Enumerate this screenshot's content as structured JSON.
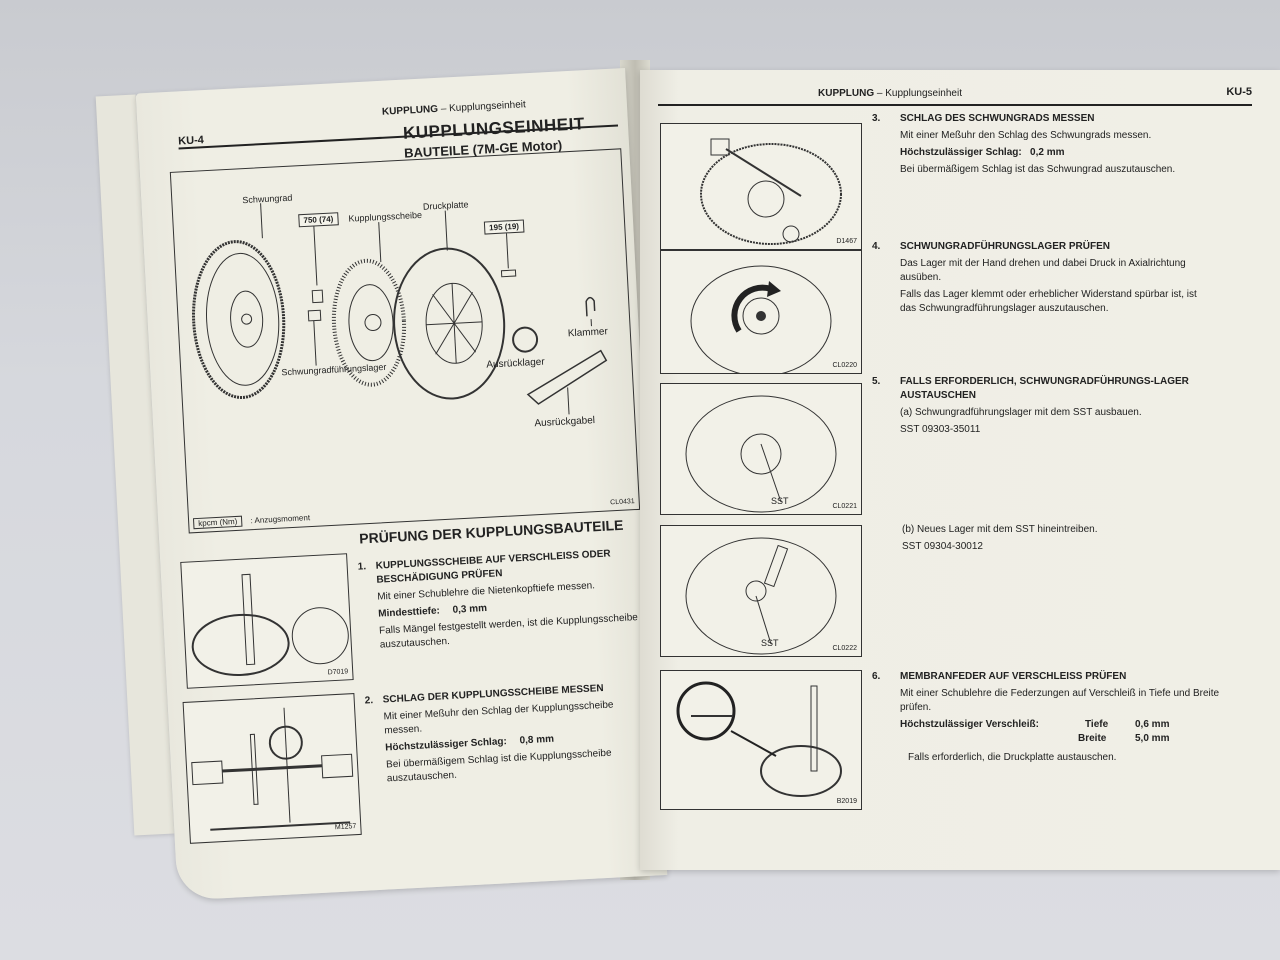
{
  "left_page": {
    "page_id": "KU-4",
    "header_section": "KUPPLUNG",
    "header_subsection": "Kupplungseinheit",
    "title": "KUPPLUNGSEINHEIT",
    "subtitle": "BAUTEILE (7M-GE Motor)",
    "diagram": {
      "labels": {
        "flywheel": "Schwungrad",
        "clutch_disc": "Kupplungsscheibe",
        "pressure_plate": "Druckplatte",
        "pilot_bearing": "Schwungradführungslager",
        "release_bearing": "Ausrücklager",
        "clip": "Klammer",
        "release_fork": "Ausrückgabel"
      },
      "torque_1": "750 (74)",
      "torque_2": "195 (19)",
      "legend_box": "kpcm (Nm)",
      "legend_text": ": Anzugsmoment",
      "figure_code": "CL0431"
    },
    "section_title": "PRÜFUNG DER KUPPLUNGSBAUTEILE",
    "steps": [
      {
        "num": "1.",
        "head": "KUPPLUNGSSCHEIBE AUF VERSCHLEISS ODER BESCHÄDIGUNG PRÜFEN",
        "text1": "Mit einer Schublehre die Nietenkopftiefe messen.",
        "spec_label": "Mindesttiefe:",
        "spec_value": "0,3 mm",
        "text2": "Falls Mängel festgestellt werden, ist die Kupplungsscheibe auszutauschen.",
        "figure_code": "D7019"
      },
      {
        "num": "2.",
        "head": "SCHLAG DER KUPPLUNGSSCHEIBE MESSEN",
        "text1": "Mit einer Meßuhr den Schlag der Kupplungsscheibe messen.",
        "spec_label": "Höchstzulässiger Schlag:",
        "spec_value": "0,8 mm",
        "text2": "Bei übermäßigem Schlag ist die Kupplungsscheibe auszutauschen.",
        "figure_code": "M1257"
      }
    ]
  },
  "right_page": {
    "page_id": "KU-5",
    "header_section": "KUPPLUNG",
    "header_subsection": "– Kupplungseinheit",
    "steps": [
      {
        "num": "3.",
        "head": "SCHLAG DES SCHWUNGRADS MESSEN",
        "text1": "Mit einer Meßuhr den Schlag des Schwungrads messen.",
        "spec_label": "Höchstzulässiger Schlag:",
        "spec_value": "0,2 mm",
        "text2": "Bei übermäßigem Schlag ist das Schwungrad auszutauschen.",
        "figure_code": "D1467"
      },
      {
        "num": "4.",
        "head": "SCHWUNGRADFÜHRUNGSLAGER PRÜFEN",
        "text1": "Das Lager mit der Hand drehen und dabei Druck in Axialrichtung ausüben.",
        "text2": "Falls das Lager klemmt oder erheblicher Widerstand spürbar ist, ist das Schwungradführungslager auszutauschen.",
        "figure_code": "CL0220"
      },
      {
        "num": "5.",
        "head": "FALLS ERFORDERLICH, SCHWUNGRADFÜHRUNGS-LAGER AUSTAUSCHEN",
        "sub_a": "(a)  Schwungradführungslager mit dem SST ausbauen.",
        "sst_a": "SST 09303-35011",
        "sub_b": "(b)  Neues Lager mit dem SST hineintreiben.",
        "sst_b": "SST 09304-30012",
        "figure_code_a": "CL0221",
        "figure_code_b": "CL0222",
        "sst_label": "SST"
      },
      {
        "num": "6.",
        "head": "MEMBRANFEDER AUF VERSCHLEISS PRÜFEN",
        "text1": "Mit einer Schublehre die Federzungen auf Verschleiß in Tiefe und Breite prüfen.",
        "spec_label": "Höchstzulässiger Verschleiß:",
        "spec_depth_label": "Tiefe",
        "spec_depth_value": "0,6 mm",
        "spec_width_label": "Breite",
        "spec_width_value": "5,0 mm",
        "text2": "Falls erforderlich, die Druckplatte austauschen.",
        "figure_code": "B2019"
      }
    ]
  }
}
